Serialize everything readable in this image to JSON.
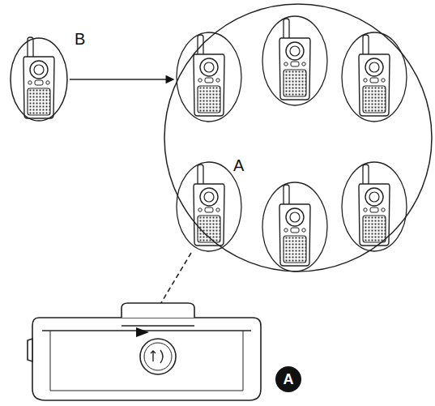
{
  "diagram": {
    "nodes": [
      {
        "text": [
          "B"
        ]
      },
      {
        "text": [
          "A"
        ]
      }
    ],
    "edges": [
      {
        "from": 0,
        "to": 1,
        "arrow": "to"
      }
    ],
    "labels": [
      "A"
    ]
  }
}
